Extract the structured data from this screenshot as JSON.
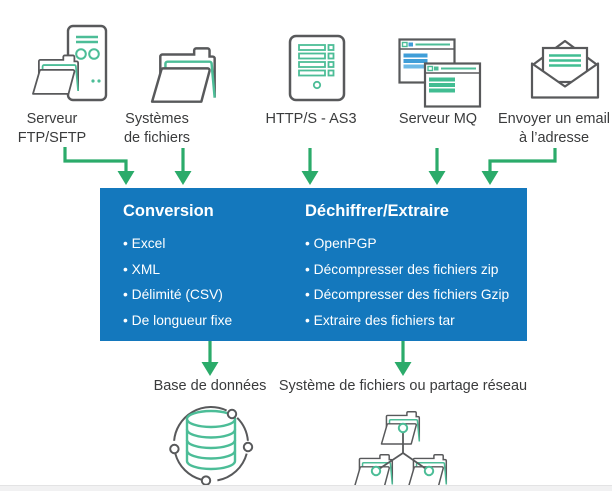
{
  "colors": {
    "process_box_blue": "#1478bd",
    "arrow_green": "#2bab6a",
    "icon_stroke_gray": "#58595b",
    "icon_stroke_green": "#4cbd97",
    "icon_fill_blue": "#3f9ed8",
    "label_text": "#3a3b3c",
    "box_text": "#ffffff"
  },
  "sources": [
    {
      "label": "Serveur FTP/SFTP",
      "icon": "ftp-server-icon"
    },
    {
      "label": "Systèmes\nde fichiers",
      "icon": "file-systems-folder-icon"
    },
    {
      "label": "HTTP/S - AS3",
      "icon": "http-as3-tablet-icon"
    },
    {
      "label": "Serveur MQ",
      "icon": "mq-server-windows-icon"
    },
    {
      "label": "Envoyer un email\nà l’adresse",
      "icon": "email-envelope-icon"
    }
  ],
  "process_box": {
    "conversion": {
      "title": "Conversion",
      "items": [
        "Excel",
        "XML",
        "Délimité (CSV)",
        "De longueur fixe"
      ]
    },
    "extract": {
      "title": "Déchiffrer/Extraire",
      "items": [
        "OpenPGP",
        "Décompresser des fichiers zip",
        "Décompresser des fichiers Gzip",
        "Extraire des fichiers tar"
      ]
    }
  },
  "destinations": [
    {
      "label": "Base de données",
      "icon": "database-sync-icon"
    },
    {
      "label": "Système de fichiers ou partage réseau",
      "icon": "folder-network-icon"
    }
  ]
}
